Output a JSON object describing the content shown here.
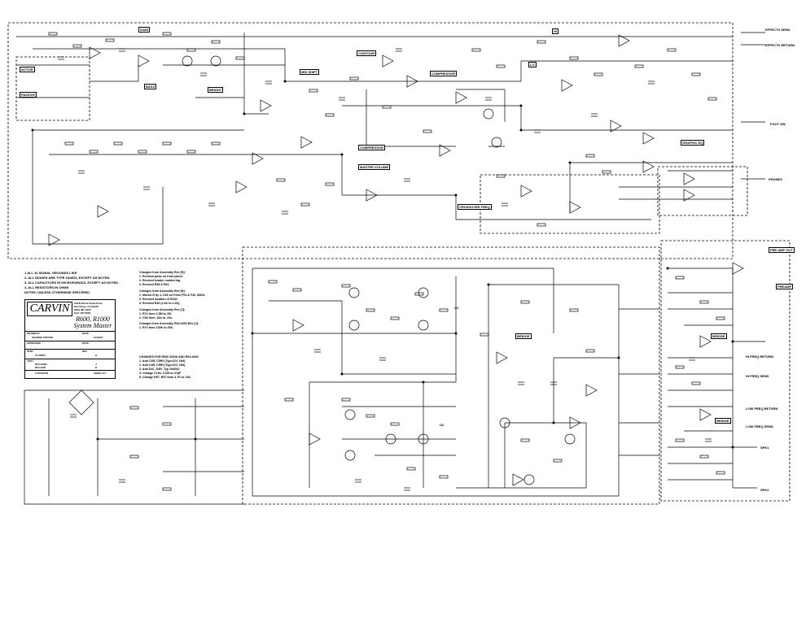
{
  "sections": {
    "gain": "GAIN",
    "bright": "BRIGHT",
    "bass": "BASS",
    "mid_shift": "MID SHIFT",
    "contour": "CONTOUR",
    "compressor_top": "COMPRESSOR",
    "compressor_box": "COMPRESSOR",
    "master_volume": "MASTER VOLUME",
    "graphic_eq": "GRAPHIC EQ",
    "effects_send": "EFFECTS SEND",
    "effects_return": "EFFECTS RETURN",
    "foot_sw": "FOOT SW",
    "phones": "PHONES",
    "crossover_freq": "CROSSOVER FREQ",
    "pre_amp_out": "PRE AMP OUT",
    "preamp": "PREAMP",
    "bridge_1": "BRIDGE",
    "bridge_2": "BRIDGE",
    "hi_freq_return": "HI FREQ RETURN",
    "hi_freq_send": "HI FREQ SEND",
    "low_freq_return": "LOW FREQ RETURN",
    "low_freq_send": "LOW FREQ SEND",
    "spk1": "SPK1",
    "spk2": "SPK2",
    "bridge_out": "BRIDGE",
    "active": "ACTIVE",
    "passive": "PASSIVE",
    "hi": "HI",
    "lo": "LO",
    "u1": "U1",
    "u2": "U2"
  },
  "notes": [
    "1  ALL 10 SIGNAL GROUNDS LIKE",
    "2. ALL DIODES ARE TYPE 1N4003, EXCEPT AS NOTED.",
    "3. ALL CAPACITORS IN MICROFARADS, EXCEPT AS NOTED.",
    "4. ALL RESISTORS IN OHMS",
    "NOTES: UNLESS OTHERWISE SPECIFIED"
  ],
  "changes_a": [
    "Changes from Assembly Rev [H]:",
    "1. Revised jacks on front panel.",
    "2. Revised header numbering.",
    "3. Revised R38 & R41."
  ],
  "changes_b": [
    "Changes from Assembly Rev [H]:",
    "1. Moved R by 1, D26 on Form F03 & F40, 80KD.",
    "2. Revised location of R140.",
    "3. Revised R36 (4.1K to 2.2K)."
  ],
  "changes_c": [
    "Changes from Assembly Rev [J]:",
    "1. R74 from 1.5M to 2M.",
    "2. C53 from .33u to .22u."
  ],
  "changes_d": [
    "Changes from Assembly R04-4000 Rev [J]:",
    "1. R74 from 100K to 20K."
  ],
  "changes_e": [
    "CHANGES FOR  R600  40028 AND R04-4000",
    "1. Add C4R, C5R4 (Typ=16V, 1N4)",
    "2. Add C4R, C5R4 (Typ=16V, 1N4)",
    "3. Add D4L, D4R, Typ 1N4002",
    "4. Change C154, C155 to 47pF",
    "5. Change R57, R57 from 4.7K to 12K"
  ],
  "title_block": {
    "brand": "CARVIN",
    "address": [
      "12340 World Trade Drive",
      "San Diego, CA  92128",
      "(619) 487-1600",
      "FAX: 487-8060"
    ],
    "model_line1": "R600, R1000",
    "model_line2": "System Master",
    "drawn_label": "DRAWN BY",
    "drawn_by": "GEORGE SPEVER",
    "date_label": "DATE",
    "date": "11/18/97",
    "approved_label": "APPROVED",
    "part_label": "PART",
    "part_no": "72-40000",
    "rev_label": "REV",
    "rev": "H",
    "assy_label": "ASSY",
    "assy_1": "R04-40000",
    "assy_2": "R04-4000",
    "rev_2": "J",
    "rev_3": "K",
    "file_label": "C:ECKDUR",
    "sheet": "SHEET 1/1"
  },
  "colors": {
    "ink": "#000000",
    "paper": "#ffffff"
  }
}
